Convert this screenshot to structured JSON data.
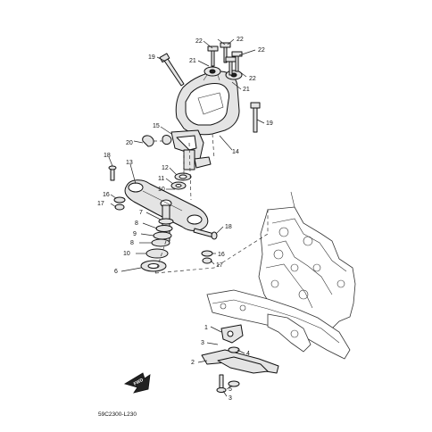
{
  "diagram": {
    "code": "59C2300-L230",
    "fwd_label": "FWD",
    "callouts": [
      "22",
      "22",
      "22",
      "22",
      "19",
      "21",
      "21",
      "19",
      "15",
      "14",
      "20",
      "18",
      "13",
      "12",
      "11",
      "10",
      "16",
      "17",
      "7",
      "8",
      "9",
      "8",
      "18",
      "10",
      "16",
      "17",
      "6",
      "1",
      "3",
      "4",
      "2",
      "5",
      "3"
    ],
    "colors": {
      "line": "#111111",
      "part_fill": "#e4e4e4",
      "background": "#ffffff"
    }
  }
}
